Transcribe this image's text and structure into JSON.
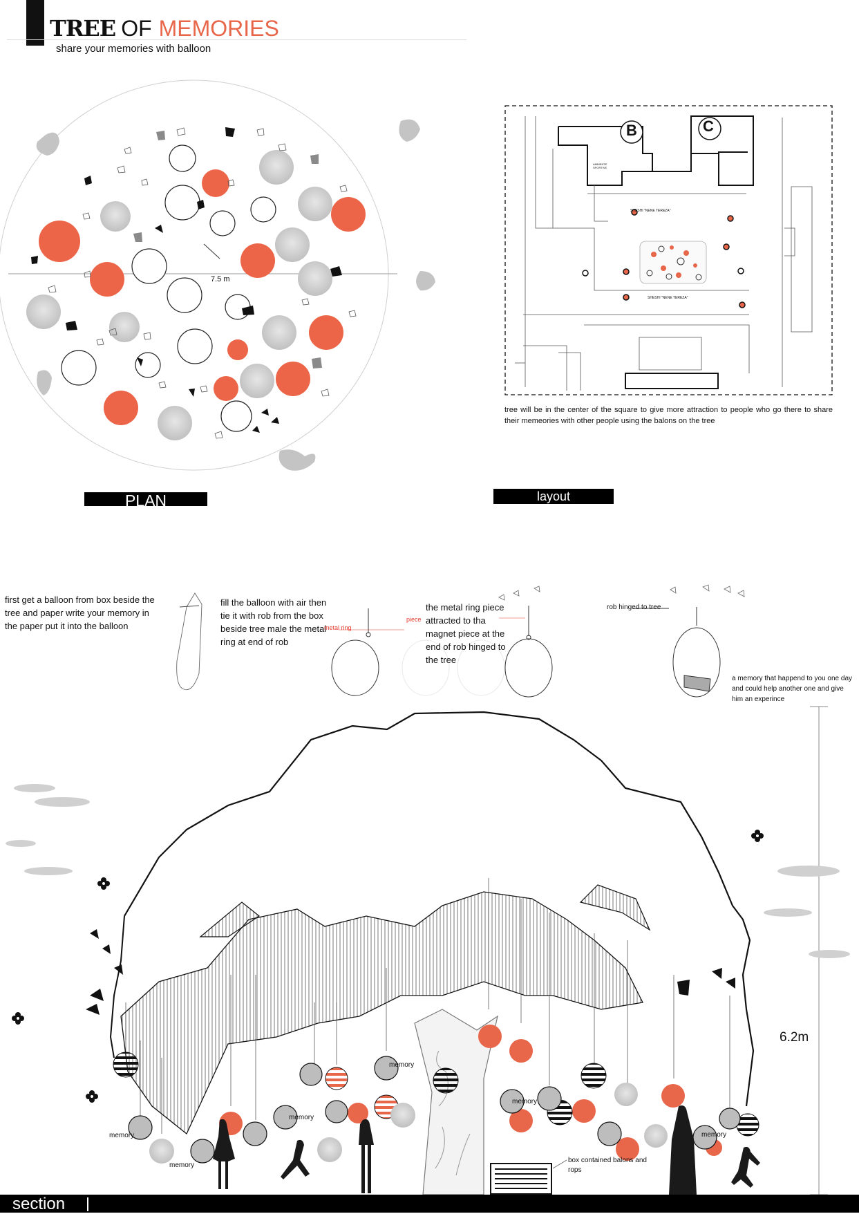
{
  "header": {
    "title_tree": "TREE",
    "title_of": "OF",
    "title_memories": "MEMORIES",
    "subtitle": "share your memories with balloon"
  },
  "plan": {
    "label": "PLAN",
    "diameter": "7.5 m"
  },
  "layout": {
    "label": "layout",
    "letter_b": "B",
    "letter_c": "C",
    "street_1": "SHESHI \"NENE TEREZA\"",
    "street_2": "SHESHI \"NENE TEREZA\"",
    "building_1": "AMBIENTE SPORTIVE",
    "caption": "tree will be in the center of the square to give more attraction to people who go there to share their memeories with other people using the balons on the tree"
  },
  "steps": {
    "step1": "first get a balloon from  box beside the tree and paper write your memory in the paper put it into the balloon",
    "step2": "fill the balloon with air then tie it with rob from the box beside tree male the metal ring at end of rob",
    "metal_ring": "metal ring",
    "piece": "piece",
    "step3": "the metal ring piece attracted to tha magnet  piece at the end of rob hinged to the tree",
    "rob_hinged": "rob hinged to tree",
    "memory_note": "a memory that happend to you one day and could help another one and give him an experince"
  },
  "section": {
    "label": "section",
    "height": "6.2m",
    "memory_tag": "memory",
    "box_label": "box contained balons and rops"
  },
  "colors": {
    "accent": "#e8664a",
    "balloon_grey": "#cccccc",
    "ink": "#111111"
  }
}
